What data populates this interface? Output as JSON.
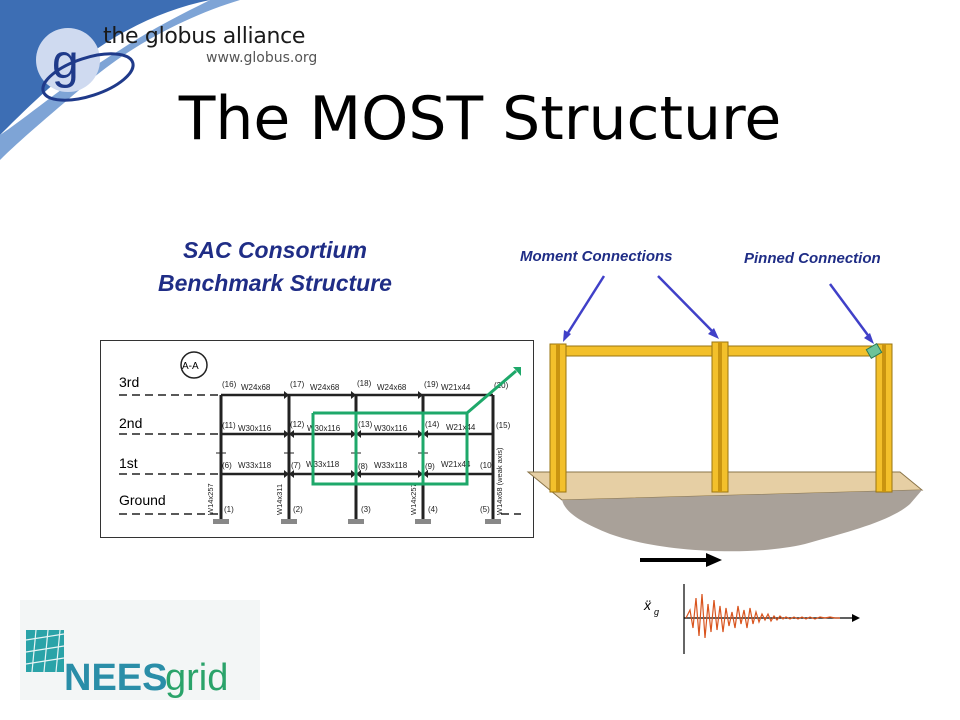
{
  "header": {
    "logo_letter": "g",
    "logo_text": "the globus alliance",
    "logo_url": "www.globus.org"
  },
  "slide": {
    "title": "The MOST Structure"
  },
  "sac": {
    "title_line1": "SAC Consortium",
    "title_line2": "Benchmark Structure"
  },
  "frame_diagram": {
    "section_label": "A-A",
    "floors": [
      "3rd",
      "2nd",
      "1st",
      "Ground"
    ],
    "members_3rd": [
      "(16)",
      "W24x68",
      "(17)",
      "W24x68",
      "(18)",
      "W24x68",
      "(19)",
      "W21x44",
      "(20)"
    ],
    "members_2nd": [
      "(11)",
      "W30x116",
      "(12)",
      "W30x116",
      "(13)",
      "W30x116",
      "(14)",
      "W21x44",
      "(15)"
    ],
    "members_1st": [
      "(6)",
      "W33x118",
      "(7)",
      "W33x118",
      "(8)",
      "W33x118",
      "(9)",
      "W21x44",
      "(10)"
    ],
    "supports": [
      "(1)",
      "(2)",
      "(3)",
      "(4)",
      "(5)"
    ],
    "columns": [
      "W14x257",
      "W14x311",
      "W14x257",
      "W14x68 (weak axis)"
    ]
  },
  "model": {
    "moment_label": "Moment Connections",
    "pinned_label": "Pinned Connection",
    "accel_symbol": "ẍ",
    "accel_subscript": "g"
  },
  "footer": {
    "logo_text_nees": "NEES",
    "logo_text_grid": "grid"
  },
  "colors": {
    "sac_blue": "#1f2d86",
    "globus_blue": "#3d6eb4",
    "beam_yellow": "#f3c02b",
    "highlight_green": "#1ea86a",
    "nees_teal": "#2aa3a8"
  }
}
